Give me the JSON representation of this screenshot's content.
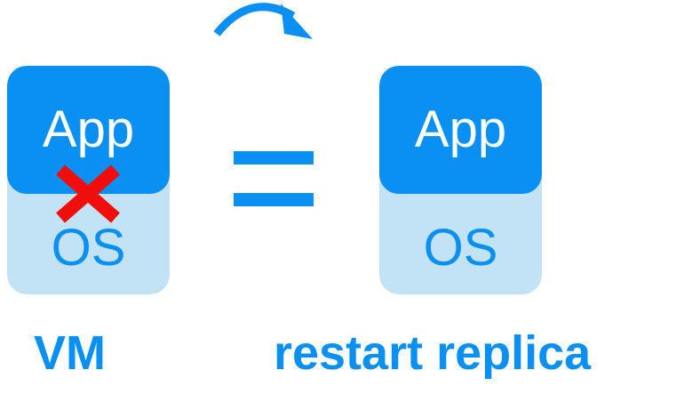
{
  "colors": {
    "app_blue": "#0a8ff2",
    "os_light_blue": "#c2e3f5",
    "fail_red": "#f20d0d",
    "text_white": "#ffffff"
  },
  "left_stack": {
    "app_label": "App",
    "os_label": "OS",
    "status_icon": "red-x-icon"
  },
  "operator": {
    "symbol_icon": "equals-icon"
  },
  "arrow": {
    "icon": "curved-arrow-right-icon"
  },
  "right_stack": {
    "app_label": "App",
    "os_label": "OS"
  },
  "captions": {
    "left": "VM",
    "right": "restart replica"
  }
}
